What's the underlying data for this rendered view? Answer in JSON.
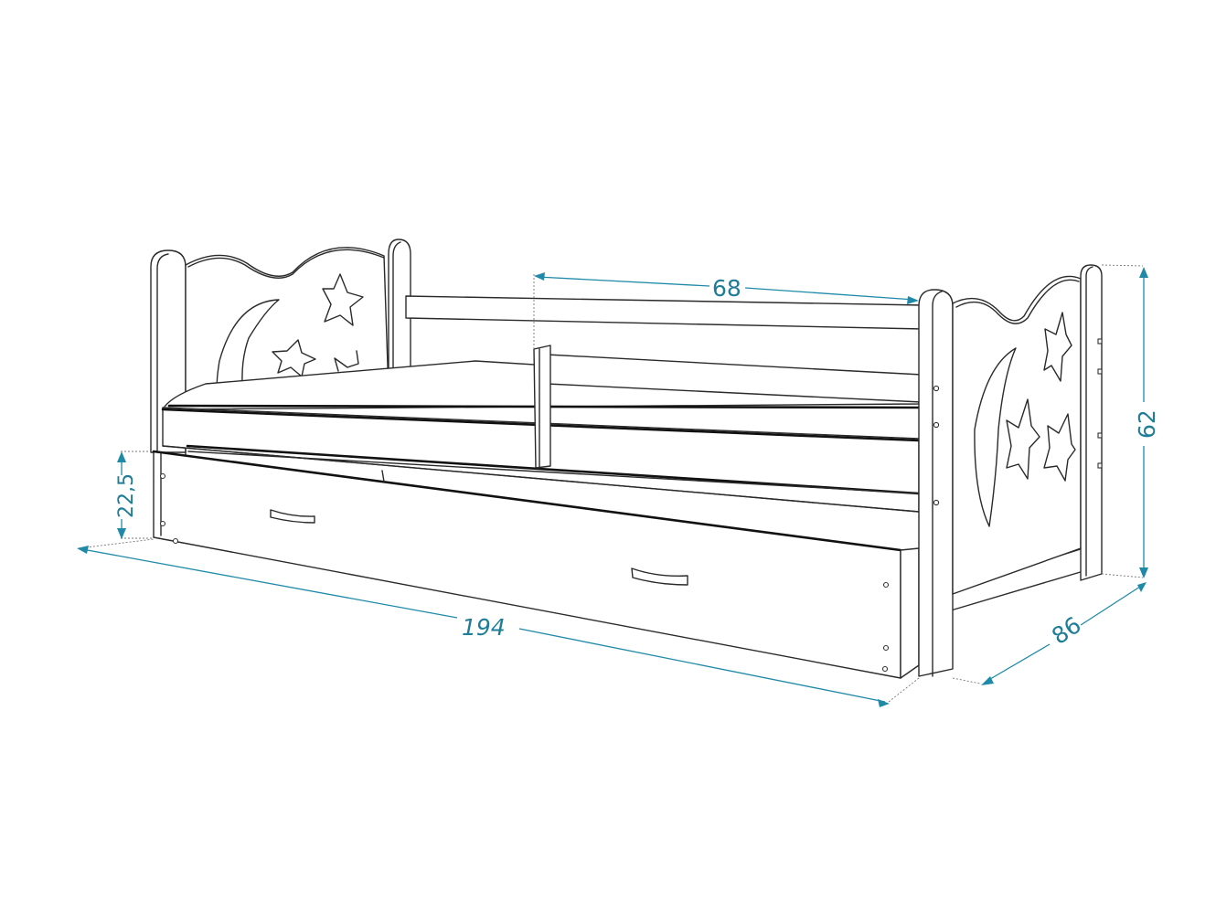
{
  "diagram": {
    "subject": "Child bed with headboards, removable safety rail and under-bed drawer",
    "colors": {
      "line": "#2a2a2a",
      "dimension": "#1f8aa8",
      "background": "#ffffff"
    },
    "dimensions": {
      "length": "194",
      "width": "86",
      "height": "62",
      "rail_length": "68",
      "drawer_height": "22,5"
    },
    "decorations": [
      "moon",
      "star",
      "star",
      "star"
    ]
  }
}
